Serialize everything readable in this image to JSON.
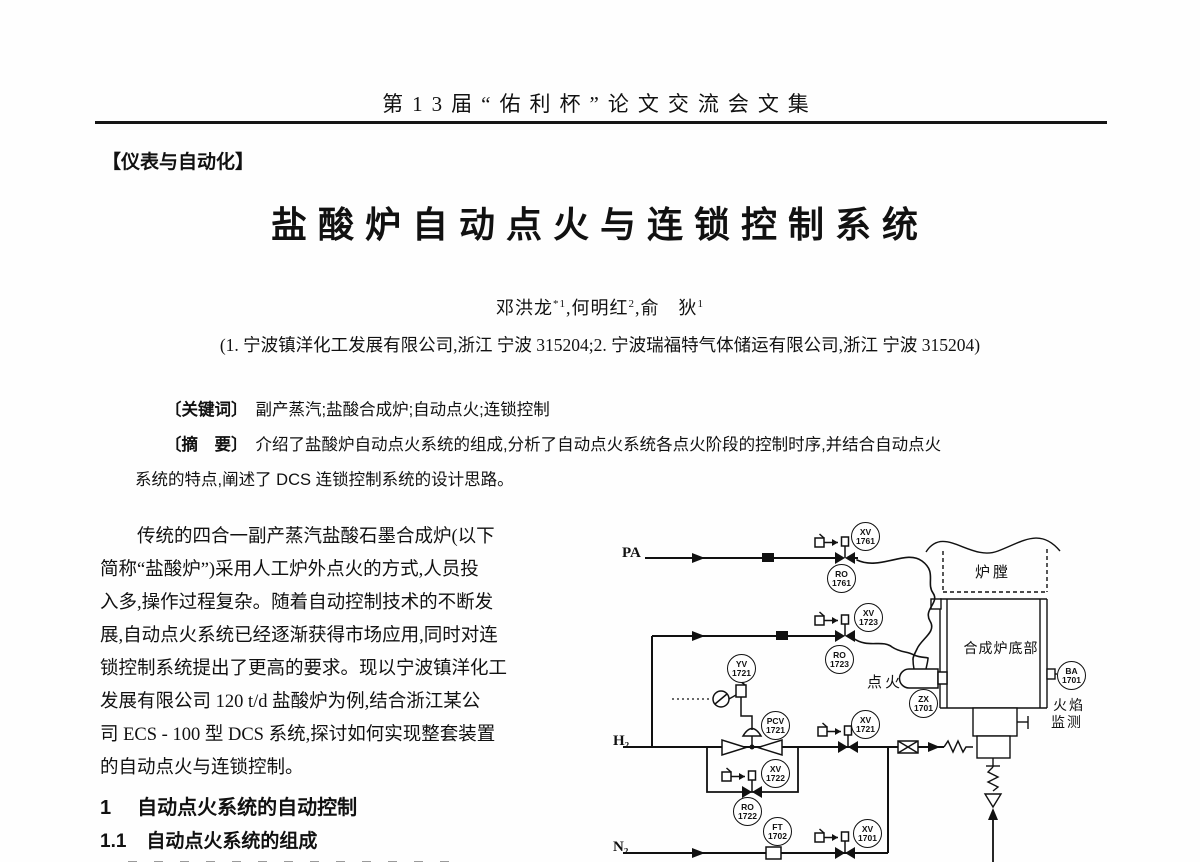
{
  "header": {
    "running_title": "第13届“佑利杯”论文交流会文集"
  },
  "category_tag": "【仪表与自动化】",
  "title": "盐酸炉自动点火与连锁控制系统",
  "authors": {
    "parts": [
      {
        "text": "邓洪龙",
        "sup": "*1"
      },
      {
        "text": ",何明红",
        "sup": "2"
      },
      {
        "text": ",俞　狄",
        "sup": "1"
      }
    ]
  },
  "affiliation": "(1. 宁波镇洋化工发展有限公司,浙江 宁波 315204;2. 宁波瑞福特气体储运有限公司,浙江 宁波 315204)",
  "abstract": {
    "keywords_label": "〔关键词〕",
    "keywords": "副产蒸汽;盐酸合成炉;自动点火;连锁控制",
    "abstract_label": "〔摘　要〕",
    "line1": "介绍了盐酸炉自动点火系统的组成,分析了自动点火系统各点火阶段的控制时序,并结合自动点火",
    "line2": "系统的特点,阐述了 DCS 连锁控制系统的设计思路。"
  },
  "body": {
    "lines": [
      "传统的四合一副产蒸汽盐酸石墨合成炉(以下",
      "简称“盐酸炉”)采用人工炉外点火的方式,人员投",
      "入多,操作过程复杂。随着自动控制技术的不断发",
      "展,自动点火系统已经逐渐获得市场应用,同时对连",
      "锁控制系统提出了更高的要求。现以宁波镇洋化工",
      "发展有限公司 120 t/d 盐酸炉为例,结合浙江某公",
      "司 ECS - 100 型 DCS 系统,探讨如何实现整套装置",
      "的自动点火与连锁控制。"
    ]
  },
  "sections": {
    "s1": {
      "number": "1",
      "title": "自动点火系统的自动控制"
    },
    "s11": {
      "number": "1.1",
      "title": "自动点火系统的组成"
    }
  },
  "diagram": {
    "line_labels": {
      "pa": "PA",
      "h2": "H₂",
      "n2": "N₂"
    },
    "furnace": {
      "chamber": "炉膛",
      "bottom": "合成炉底部"
    },
    "ignition_label": "点火",
    "flame_monitor": {
      "line1": "火焰",
      "line2": "监测"
    },
    "bubbles": [
      {
        "tag": "XV",
        "num": "1761"
      },
      {
        "tag": "RO",
        "num": "1761"
      },
      {
        "tag": "XV",
        "num": "1723"
      },
      {
        "tag": "RO",
        "num": "1723"
      },
      {
        "tag": "YV",
        "num": "1721"
      },
      {
        "tag": "PCV",
        "num": "1721"
      },
      {
        "tag": "XV",
        "num": "1721"
      },
      {
        "tag": "XV",
        "num": "1722"
      },
      {
        "tag": "RO",
        "num": "1722"
      },
      {
        "tag": "FT",
        "num": "1702"
      },
      {
        "tag": "XV",
        "num": "1701"
      },
      {
        "tag": "ZX",
        "num": "1701"
      },
      {
        "tag": "BA",
        "num": "1701"
      }
    ]
  }
}
